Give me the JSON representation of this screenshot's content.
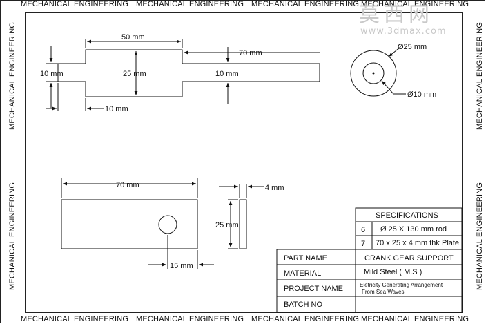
{
  "border_label": "MECHANICAL ENGINEERING",
  "watermark": {
    "title": "莫西网",
    "url": "www.3dmax.com"
  },
  "rod_view": {
    "dim_50": "50 mm",
    "dim_70": "70 mm",
    "dim_10_left": "10 mm",
    "dim_25": "25 mm",
    "dim_10_right": "10 mm",
    "dim_10_bottom": "10 mm"
  },
  "end_view": {
    "dia_25": "Ø25 mm",
    "dia_10": "Ø10 mm"
  },
  "plate_view": {
    "dim_70": "70 mm",
    "dim_4": "4 mm",
    "dim_25": "25 mm",
    "dim_15": "15 mm"
  },
  "specifications": {
    "header": "SPECIFICATIONS",
    "rows": [
      {
        "no": "6",
        "desc": "Ø 25 X 130 mm rod"
      },
      {
        "no": "7",
        "desc": "70 x 25 x 4 mm thk Plate"
      }
    ]
  },
  "title_block": {
    "part_name_label": "PART NAME",
    "part_name_value": "CRANK GEAR SUPPORT",
    "material_label": "MATERIAL",
    "material_value": "Mild Steel ( M.S )",
    "project_name_label": "PROJECT NAME",
    "project_name_line1": "Eletricity Generating Arrangement",
    "project_name_line2": "From Sea Waves",
    "batch_no_label": "BATCH NO",
    "batch_no_value": ""
  }
}
